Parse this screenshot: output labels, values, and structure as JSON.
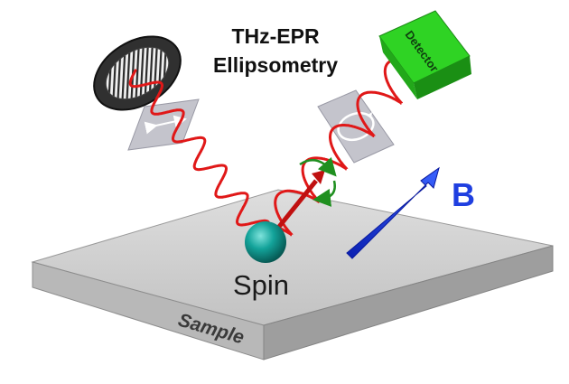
{
  "diagram": {
    "title_line1": "THz-EPR",
    "title_line2": "Ellipsometry",
    "detector_label": "Detector",
    "spin_label": "Spin",
    "field_label": "B",
    "sample_label": "Sample"
  },
  "colors": {
    "beam": "#e01818",
    "detector": "#27c21d",
    "detector_dark": "#1a8f14",
    "spin_sphere": "#13a39a",
    "field_arrow": "#1f3fe0",
    "precession": "#1f8f1f",
    "sample_top": "#c9c9c9",
    "sample_side": "#a9a9a9",
    "polarizer_plate": "#c4c4cc"
  },
  "icons": {
    "polarizer_grid": "wire-grid-polarizer-icon",
    "input_plate": "linear-polarization-plate-icon",
    "output_plate": "elliptical-polarization-plate-icon",
    "detector": "detector-box-icon",
    "spin": "spin-sphere-icon",
    "field": "magnetic-field-arrow-icon",
    "sample": "sample-slab-icon"
  }
}
